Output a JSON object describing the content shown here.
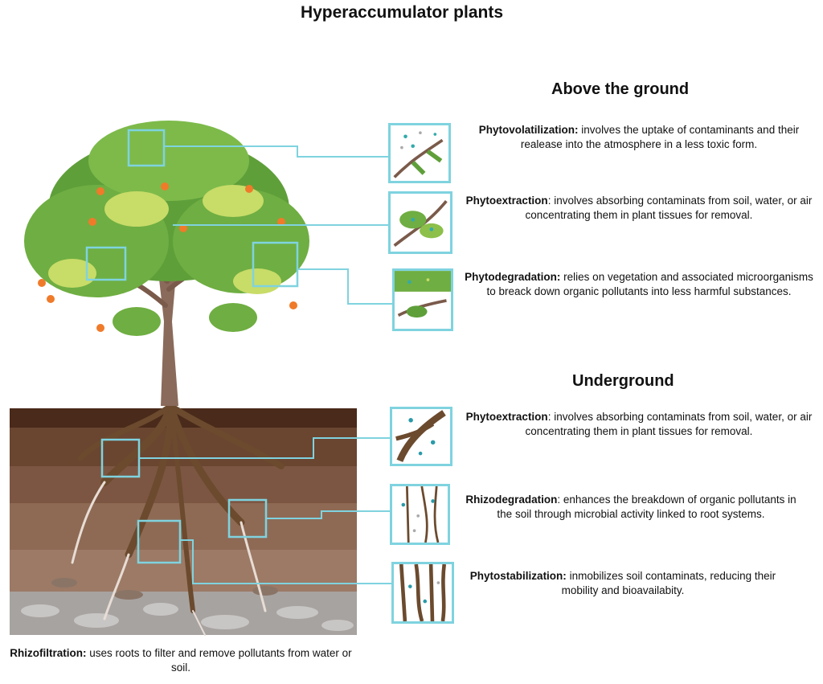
{
  "title": "Hyperaccumulator plants",
  "above": {
    "heading": "Above the ground",
    "items": [
      {
        "term": "Phytovolatilization:",
        "text": " involves the uptake of contaminants and their realease into the atmosphere in a less toxic form."
      },
      {
        "term": "Phytoextraction",
        "text": ": involves absorbing contaminats from soil, water, or air concentrating them in plant tissues for removal."
      },
      {
        "term": "Phytodegradation:",
        "text": " relies on vegetation and associated microorganisms to breack down organic pollutants into less harmful substances."
      }
    ]
  },
  "under": {
    "heading": "Underground",
    "items": [
      {
        "term": "Phytoextraction",
        "text": ": involves absorbing contaminats from soil, water, or air concentrating them in plant tissues for removal."
      },
      {
        "term": "Rhizodegradation",
        "text": ": enhances the breakdown of organic pollutants in the soil through microbial activity linked to root systems."
      },
      {
        "term": "Phytostabilization:",
        "text": " inmobilizes soil contaminats, reducing their mobility and bioavailabity."
      }
    ]
  },
  "footer": {
    "term": "Rhizofiltration:",
    "text": " uses roots to filter and remove pollutants from water or soil."
  }
}
